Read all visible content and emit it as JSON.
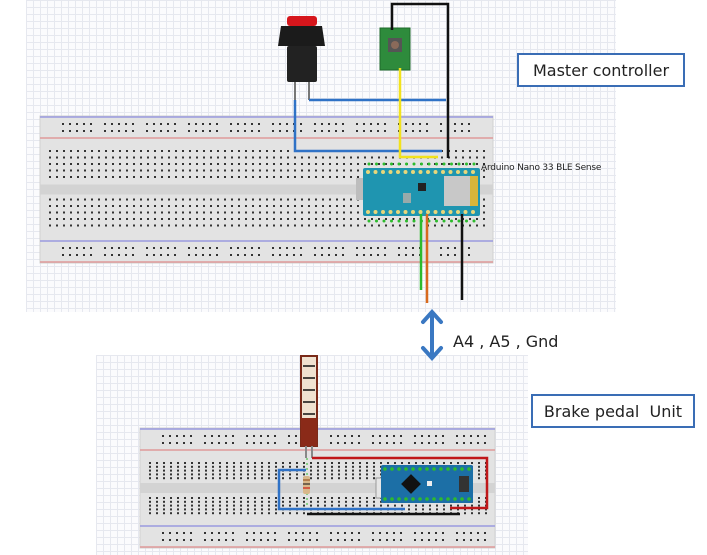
{
  "diagram": {
    "master": {
      "title": "Master controller",
      "board_label": "Arduino Nano 33 BLE Sense",
      "components": [
        "red-pushbutton",
        "tactile-button-module",
        "breadboard",
        "arduino-nano-33-ble-sense"
      ]
    },
    "link": {
      "label": "A4 , A5 , Gnd",
      "arrow_color": "#3a78c2"
    },
    "brake": {
      "title": "Brake pedal  Unit",
      "components": [
        "flex-sensor",
        "resistor",
        "breadboard",
        "arduino-nano"
      ]
    },
    "colors": {
      "label_border": "#3a6db5",
      "wire_blue": "#2f72c6",
      "wire_black": "#111111",
      "wire_yellow": "#f2e21c",
      "wire_green": "#2dbb2d",
      "wire_orange": "#d86a1e",
      "wire_red": "#c0171a",
      "board_teal": "#1f95b0",
      "board_blue": "#1c6fa6",
      "button_red": "#d6161c",
      "pcb_green": "#2e8b3c"
    }
  }
}
